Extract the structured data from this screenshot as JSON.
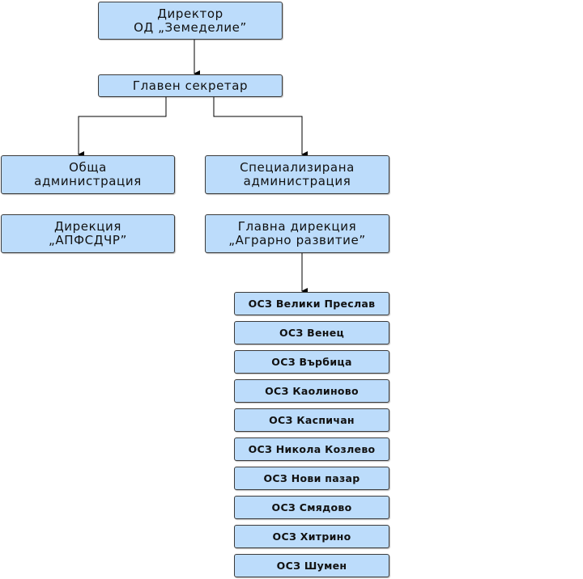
{
  "director": {
    "line1": "Директор",
    "line2": "ОД „Земеделие”"
  },
  "chief_secretary": {
    "label": "Главен секретар"
  },
  "general_administration": {
    "line1": "Обща",
    "line2": "администрация"
  },
  "specialized_administration": {
    "line1": "Специализирана",
    "line2": "администрация"
  },
  "directorate_apfsdchr": {
    "line1": "Дирекция",
    "line2": "„АПФСДЧР”"
  },
  "directorate_agrarian": {
    "line1": "Главна  дирекция",
    "line2": "„Аграрно развитие”"
  },
  "osz_offices": [
    "ОСЗ Велики Преслав",
    "ОСЗ Венец",
    "ОСЗ Върбица",
    "ОСЗ Каолиново",
    "ОСЗ Каспичан",
    "ОСЗ Никола Козлево",
    "ОСЗ Нови пазар",
    "ОСЗ Смядово",
    "ОСЗ Хитрино",
    "ОСЗ Шумен"
  ],
  "colors": {
    "box_fill": "#bcdcfb",
    "box_border": "#3b3b3b",
    "connector": "#000000"
  }
}
